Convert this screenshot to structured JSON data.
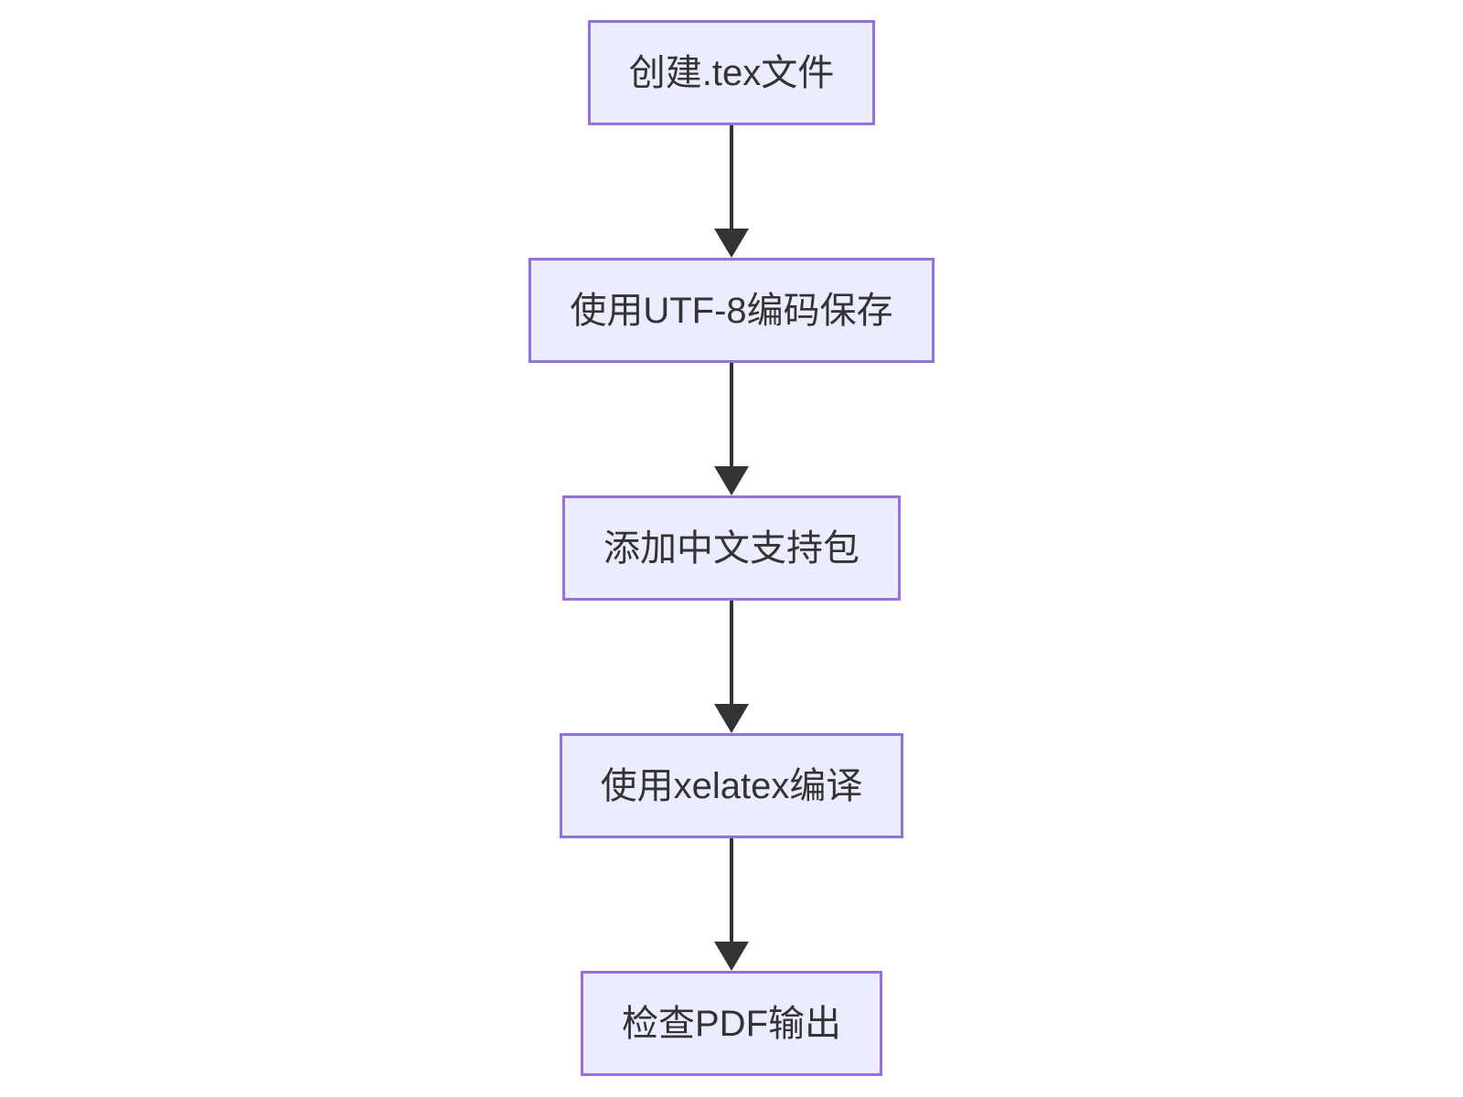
{
  "diagram": {
    "type": "flowchart",
    "direction": "top-down",
    "colors": {
      "background": "#FFFFFF",
      "node_fill": "#ECECFF",
      "node_border": "#9370DB",
      "text": "#333333",
      "arrow": "#333333"
    },
    "nodes": [
      {
        "label": "创建.tex文件"
      },
      {
        "label": "使用UTF-8编码保存"
      },
      {
        "label": "添加中文支持包"
      },
      {
        "label": "使用xelatex编译"
      },
      {
        "label": "检查PDF输出"
      }
    ],
    "edges": [
      {
        "from": "创建.tex文件",
        "to": "使用UTF-8编码保存"
      },
      {
        "from": "使用UTF-8编码保存",
        "to": "添加中文支持包"
      },
      {
        "from": "添加中文支持包",
        "to": "使用xelatex编译"
      },
      {
        "from": "使用xelatex编译",
        "to": "检查PDF输出"
      }
    ]
  }
}
